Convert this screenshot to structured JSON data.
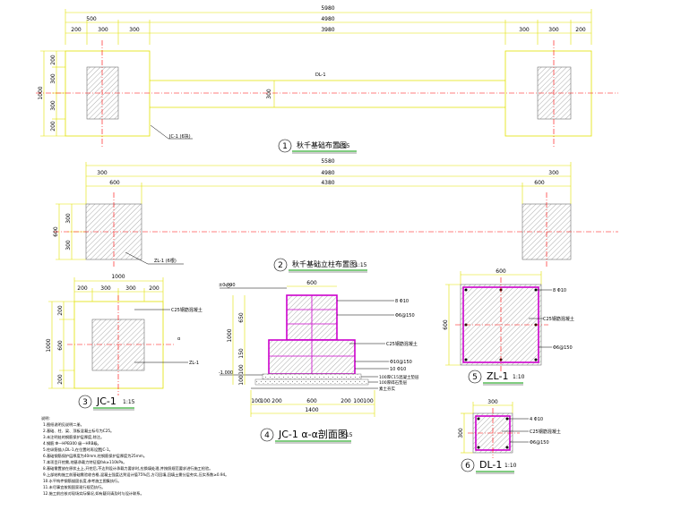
{
  "plan1": {
    "dims_top": {
      "total": "5980",
      "mid": "4980",
      "left_a": "500",
      "a1": "200",
      "a2": "300",
      "inner": "3980",
      "r1": "300",
      "r2": "200"
    },
    "dims_left": {
      "total": "1000",
      "d1": "200",
      "d2": "300",
      "d3": "300",
      "d4": "200"
    },
    "beam_label": "DL-1",
    "beam_width": "300",
    "leader_label": "JC-1 (6块)",
    "title_num": "1",
    "title_text": "秋千基础布置图",
    "title_scale": "1:15"
  },
  "plan2": {
    "dims_top": {
      "total": "5580",
      "s1": "300",
      "mid": "4980",
      "s2": "300",
      "a1": "600",
      "inner": "4380",
      "a2": "600"
    },
    "dims_left": {
      "total": "600",
      "d1": "300",
      "d2": "300"
    },
    "leader_label": "ZL-1 (6根)",
    "title_num": "2",
    "title_text": "秋千基础立柱布置图",
    "title_scale": "1:15"
  },
  "jc1": {
    "dims_top": {
      "total": "1000",
      "a": "200",
      "b": "300",
      "c": "300",
      "d": "200"
    },
    "dims_left": {
      "total": "1000",
      "a": "200",
      "b": "600",
      "c": "200"
    },
    "label_c25": "C25钢筋混凝土",
    "label_a": "α",
    "label_zl": "ZL-1",
    "title_num": "3",
    "title_text": "JC-1",
    "title_scale": "1:15"
  },
  "section": {
    "top_elev": "±0.000",
    "bottom_elev": "-1.000",
    "dim_top": "600",
    "dims_left": {
      "total": "1000",
      "a": "650",
      "b": "150",
      "c": "100",
      "d": "100"
    },
    "labels": [
      "8 Φ10",
      "Φ6@150",
      "C25钢筋混凝土",
      "Φ10@150",
      "10 Φ10",
      "100厚C15混凝土垫层",
      "100厚碎石垫层",
      "素土夯实"
    ],
    "dims_bottom": {
      "total": "1400",
      "parts": [
        "100",
        "100",
        "200",
        "600",
        "200",
        "100",
        "100"
      ]
    },
    "title_num": "4",
    "title_text": "JC-1 α-α剖面图",
    "title_scale": "1:15"
  },
  "zl1": {
    "dim_top": "600",
    "dim_left": "600",
    "labels": [
      "8 Φ10",
      "C25钢筋混凝土",
      "Φ6@150"
    ],
    "title_num": "5",
    "title_text": "ZL-1",
    "title_scale": "1:10"
  },
  "dl1": {
    "dim_top": "300",
    "dim_left": "300",
    "labels": [
      "4 Φ10",
      "C25钢筋混凝土",
      "Φ6@150"
    ],
    "title_num": "6",
    "title_text": "DL-1",
    "title_scale": "1:10"
  },
  "notes": [
    "说明:",
    "1.图纸说明见说明二册。",
    "2.基础、柱、梁、顶板混凝土标号为C25。",
    "3.未注明处的钢筋保护层厚度,除注。",
    "4.钢筋:Φ—HPB300 级—HRB级。",
    "5.柱纵筋锚入DL-1,在位置时再设置JC-1。",
    "6.基础钢筋保护层厚度为40mm,柱钢筋保护层厚度为25mm。",
    "7.本项目开挖需,地基承载力特征值fak≥110kPa。",
    "8.基础需置放在原状土上,开挖后,不达到设计承载力要求时,应换填处理,并按照规范要求进行施工检验。",
    "9.上部结构施工前基础需验收合格,混凝土强度达到设计值75%后,方可回填,回填土需分层夯实,压实系数≥0.94。",
    "10.水平构件钢筋锚固长度,参考施工图集执行。",
    "11.未尽事宜按照国家现行规范执行。",
    "12.施工前应核对现场实际情况,如有疑问请及时与设计联系。"
  ]
}
